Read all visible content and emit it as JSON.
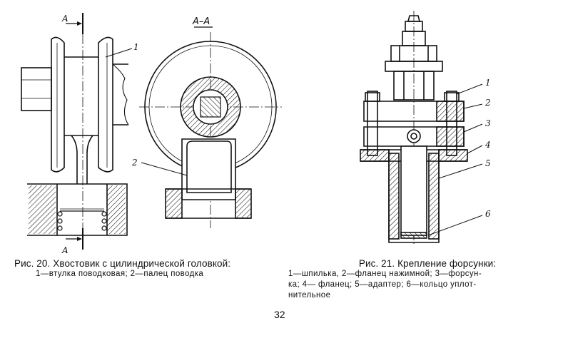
{
  "fig20": {
    "section_mark_top": "A",
    "section_mark_bottom": "A",
    "section_title": "A–A",
    "callout_1": "1",
    "callout_2": "2",
    "caption_title": "Рис. 20. Хвостовик с цилиндрической головкой:",
    "caption_legend": "1—втулка поводковая; 2—палец поводка"
  },
  "fig21": {
    "callouts": [
      "1",
      "2",
      "3",
      "4",
      "5",
      "6"
    ],
    "caption_title": "Рис. 21. Крепление форсунки:",
    "caption_legend_line1": "1—шпилька, 2—фланец нажимной; 3—форсун-",
    "caption_legend_line2": "ка; 4— фланец; 5—адаптер; 6—кольцо уплот-",
    "caption_legend_line3": "нительное"
  },
  "page_number": "32"
}
